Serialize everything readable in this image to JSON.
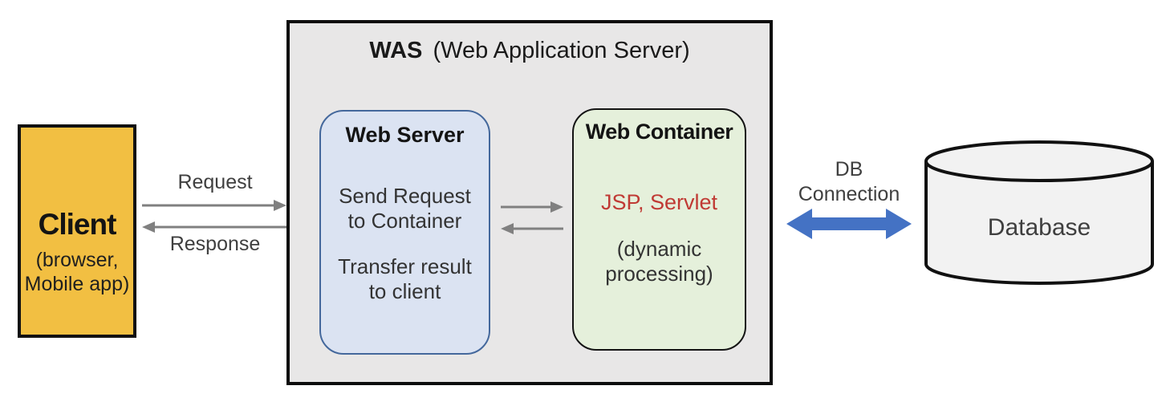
{
  "colors": {
    "client_fill": "#F2BF42",
    "was_fill": "#E8E7E7",
    "web_server_fill": "#DBE3F2",
    "web_server_border": "#44689C",
    "web_container_fill": "#E5F0DB",
    "jsp_red": "#C03A34",
    "arrow_gray": "#808080",
    "arrow_blue": "#4472C4",
    "database_fill": "#F2F2F2"
  },
  "client": {
    "title": "Client",
    "subtitle": "(browser,\nMobile app)"
  },
  "was": {
    "title_bold": "WAS",
    "title_regular": "(Web Application Server)"
  },
  "web_server": {
    "title": "Web Server",
    "body1": "Send Request\nto Container",
    "body2": "Transfer result\nto client"
  },
  "web_container": {
    "title": "Web Container",
    "tech": "JSP, Servlet",
    "note": "(dynamic\nprocessing)"
  },
  "client_was_arrows": {
    "request_label": "Request",
    "response_label": "Response"
  },
  "db_connection": {
    "label": "DB\nConnection"
  },
  "database": {
    "label": "Database"
  }
}
